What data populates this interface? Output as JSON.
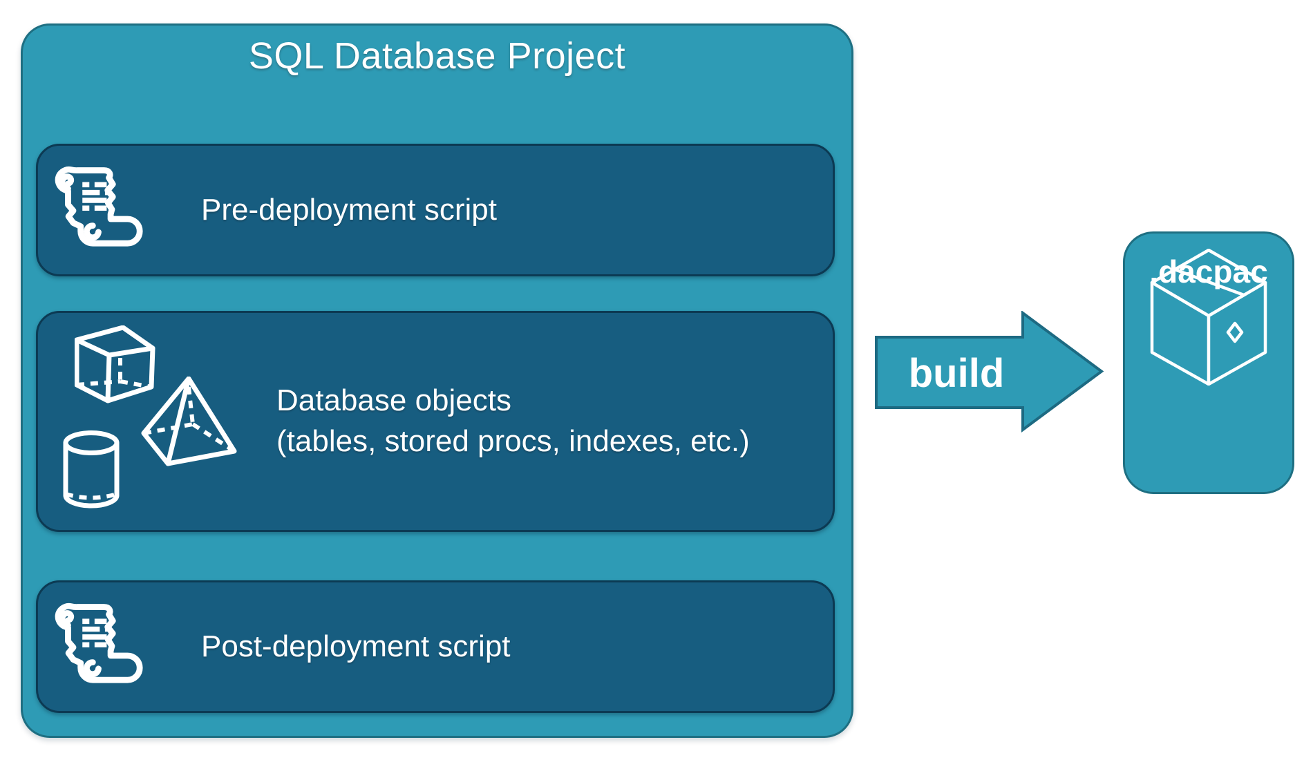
{
  "title": "SQL Database Project",
  "rows": [
    {
      "name": "pre-deployment-script",
      "label": "Pre-deployment script",
      "icon": "scroll-icon"
    },
    {
      "name": "database-objects",
      "line1": "Database objects",
      "line2": "(tables, stored procs, indexes, etc.)",
      "icons": [
        "cube-icon",
        "pyramid-icon",
        "cylinder-icon"
      ]
    },
    {
      "name": "post-deployment-script",
      "label": "Post-deployment script",
      "icon": "scroll-icon"
    }
  ],
  "arrow": {
    "label": "build",
    "direction": "right"
  },
  "output": {
    "label": ".dacpac",
    "icon": "package-icon"
  },
  "colors": {
    "teal": "#2E9BB5",
    "teal_dark": "#175D80",
    "border_dark": "#0C3A53",
    "outer_border": "#1E6F82",
    "arrow_border": "#1D6A82",
    "text": "#FFFFFF",
    "background": "#FFFFFF"
  }
}
